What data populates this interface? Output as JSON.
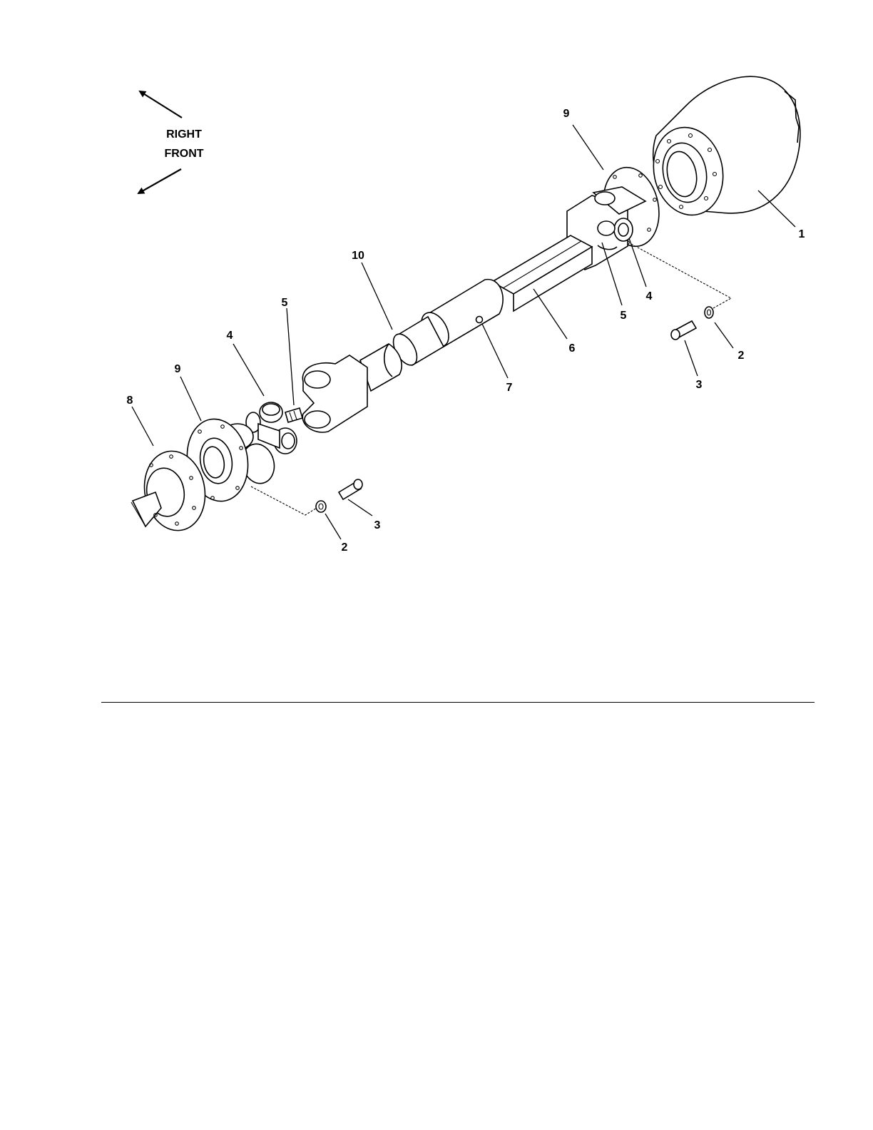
{
  "orientation": {
    "right_label": "RIGHT",
    "front_label": "FRONT"
  },
  "callouts": [
    {
      "id": "c1",
      "text": "1"
    },
    {
      "id": "c2a",
      "text": "2"
    },
    {
      "id": "c3a",
      "text": "3"
    },
    {
      "id": "c4a",
      "text": "4"
    },
    {
      "id": "c5a",
      "text": "5"
    },
    {
      "id": "c6",
      "text": "6"
    },
    {
      "id": "c7",
      "text": "7"
    },
    {
      "id": "c9a",
      "text": "9"
    },
    {
      "id": "c10",
      "text": "10"
    },
    {
      "id": "c5b",
      "text": "5"
    },
    {
      "id": "c4b",
      "text": "4"
    },
    {
      "id": "c9b",
      "text": "9"
    },
    {
      "id": "c8",
      "text": "8"
    },
    {
      "id": "c2b",
      "text": "2"
    },
    {
      "id": "c3b",
      "text": "3"
    }
  ]
}
